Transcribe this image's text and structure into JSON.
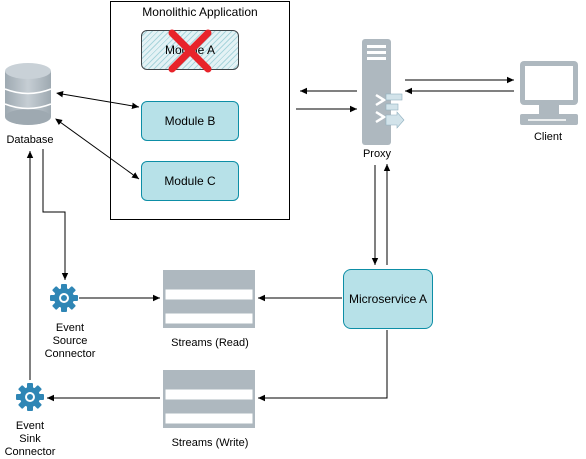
{
  "monolith": {
    "title": "Monolithic Application",
    "module_a": "Module A",
    "module_b": "Module B",
    "module_c": "Module C"
  },
  "database": {
    "label": "Database"
  },
  "proxy": {
    "label": "Proxy"
  },
  "client": {
    "label": "Client"
  },
  "microservice": {
    "label": "Microservice A"
  },
  "streams_read": {
    "label": "Streams (Read)"
  },
  "streams_write": {
    "label": "Streams (Write)"
  },
  "source_connector": {
    "line1": "Event",
    "line2": "Source",
    "line3": "Connector"
  },
  "sink_connector": {
    "line1": "Event",
    "line2": "Sink",
    "line3": "Connector"
  },
  "colors": {
    "module_fill": "#b7e1e8",
    "module_stroke": "#0d8ea6",
    "cross": "#e8232a",
    "gear": "#2f86b5",
    "icon_gray": "#aeb8bf"
  },
  "icons": {
    "database": "database-icon",
    "proxy": "proxy-server-icon",
    "client": "monitor-icon",
    "connector": "gear-icon",
    "stream": "stream-stack-icon",
    "removed": "red-x-icon"
  }
}
